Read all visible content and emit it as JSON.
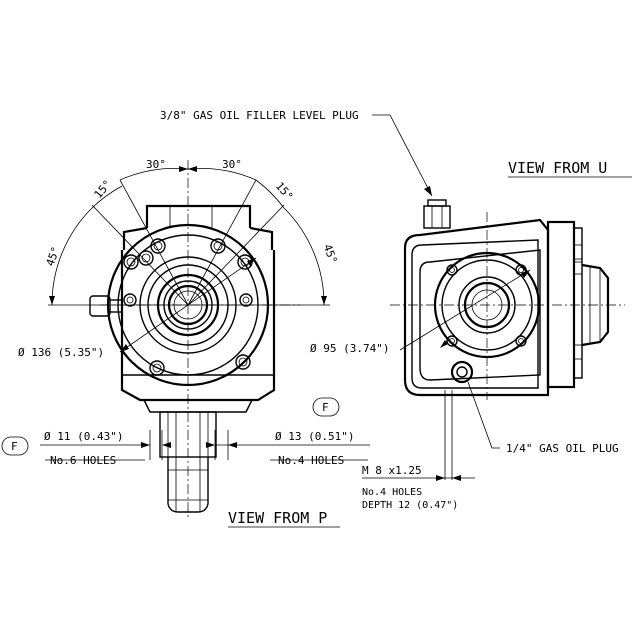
{
  "labels": {
    "filler_plug": "3/8\" GAS OIL FILLER LEVEL PLUG",
    "view_u": "VIEW FROM  U",
    "view_p": "VIEW FROM P",
    "angle_30_left": "30°",
    "angle_30_right": "30°",
    "angle_15_left": "15°",
    "angle_15_right": "15°",
    "angle_45_left": "45°",
    "angle_45_right": "45°",
    "dia_136": "Ø 136 (5.35\")",
    "dia_95": "Ø 95 (3.74\")",
    "dia_11": "Ø  11 (0.43\")",
    "holes_6": "No.6 HOLES",
    "dia_13": "Ø  13 (0.51\")",
    "holes_4": "No.4 HOLES",
    "flag_left": "F",
    "flag_right": "F",
    "drain_plug": "1/4\" GAS OIL PLUG",
    "thread_m8": "M 8 x1.25",
    "holes_4b": "No.4 HOLES",
    "depth_12": "DEPTH 12 (0.47\")"
  }
}
